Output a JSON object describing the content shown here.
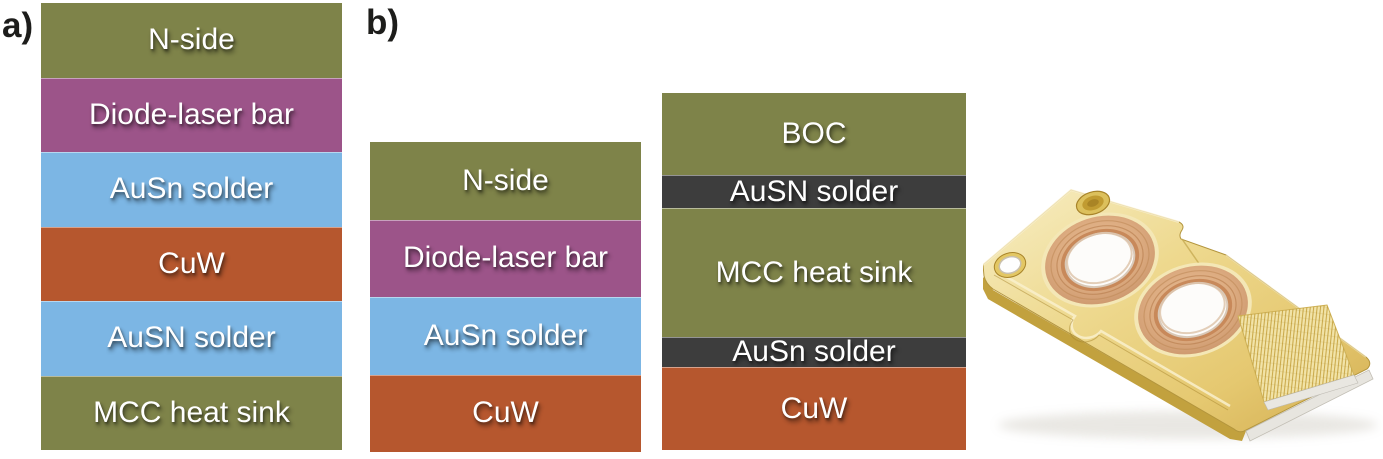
{
  "panels": {
    "a_label": "a)",
    "b_label": "b)"
  },
  "palette": {
    "olive": "#7e8349",
    "magenta": "#9c5489",
    "blue": "#7cb6e4",
    "orange": "#b6572e",
    "dark_solder": "#3d3d3d",
    "layer_text": "#ffffff",
    "panel_label_text": "#1d1d1b"
  },
  "stack_a": {
    "layers": [
      {
        "label": "N-side",
        "color": "#7e8349"
      },
      {
        "label": "Diode-laser bar",
        "color": "#9c5489"
      },
      {
        "label": "AuSn solder",
        "color": "#7cb6e4"
      },
      {
        "label": "CuW",
        "color": "#b6572e"
      },
      {
        "label": "AuSN solder",
        "color": "#7cb6e4"
      },
      {
        "label": "MCC heat sink",
        "color": "#7e8349"
      }
    ]
  },
  "stack_b1": {
    "layers": [
      {
        "label": "N-side",
        "color": "#7e8349"
      },
      {
        "label": "Diode-laser bar",
        "color": "#9c5489"
      },
      {
        "label": "AuSn solder",
        "color": "#7cb6e4"
      },
      {
        "label": "CuW",
        "color": "#b6572e"
      }
    ]
  },
  "stack_b2": {
    "layers": [
      {
        "label": "BOC",
        "color": "#7e8349"
      },
      {
        "label": "AuSN solder",
        "color": "#3d3d3d"
      },
      {
        "label": "MCC heat sink",
        "color": "#7e8349"
      },
      {
        "label": "AuSn solder",
        "color": "#3d3d3d"
      },
      {
        "label": "CuW",
        "color": "#b6572e"
      }
    ]
  },
  "photo": {
    "colors": {
      "gold_light": "#f7eec5",
      "gold": "#ead28b",
      "gold_deep": "#d2ad50",
      "gold_side": "#c2a13e",
      "copper": "#dcab80",
      "copper_dark": "#c8895a",
      "wire_gold": "#c39f3a",
      "submount_silver": "#e7e5df",
      "hole_white": "#fdfcfa"
    }
  }
}
